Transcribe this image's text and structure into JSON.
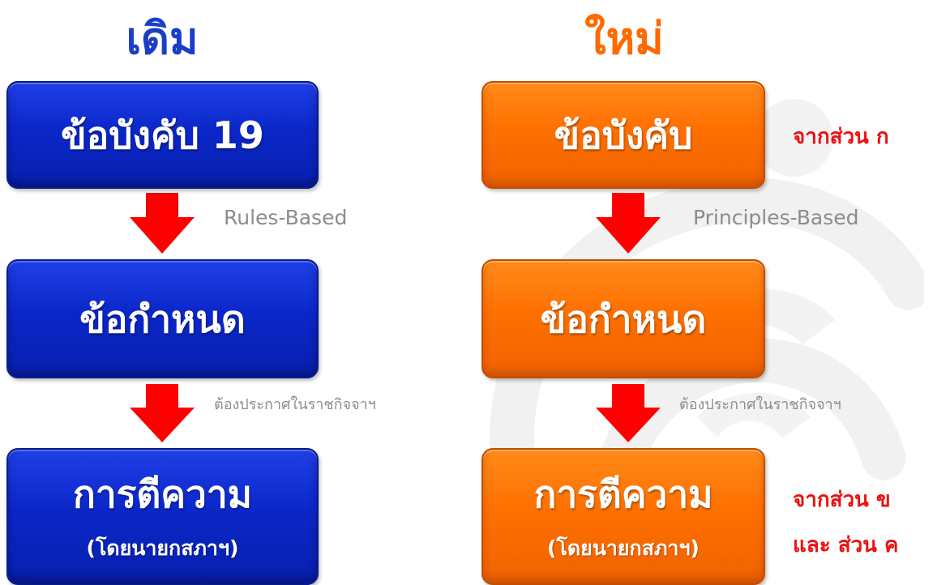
{
  "headings": {
    "old": "เดิม",
    "new": "ใหม่"
  },
  "old_column": {
    "box1": "ข้อบังคับ 19",
    "box2": "ข้อกำหนด",
    "box3_title": "การตีความ",
    "box3_sub": "(โดยนายกสภาฯ)",
    "arrow1_label": "Rules-Based",
    "arrow2_label": "ต้องประกาศในราชกิจจาฯ"
  },
  "new_column": {
    "box1": "ข้อบังคับ",
    "box2": "ข้อกำหนด",
    "box3_title": "การตีความ",
    "box3_sub": "(โดยนายกสภาฯ)",
    "arrow1_label": "Principles-Based",
    "arrow2_label": "ต้องประกาศในราชกิจจาฯ",
    "note1": "จากส่วน ก",
    "note2_line1": "จากส่วน ข",
    "note2_line2": "และ ส่วน ค"
  },
  "colors": {
    "old_heading": "#1a3ec8",
    "new_heading": "#ff6a00",
    "old_box": "#0b27c9",
    "new_box": "#ff7000",
    "arrow": "#ff0000",
    "note": "#ee1111",
    "label": "#8c8c8c"
  },
  "icons": {
    "arrow": "down-arrow-icon",
    "background": "watermark-emblem"
  }
}
